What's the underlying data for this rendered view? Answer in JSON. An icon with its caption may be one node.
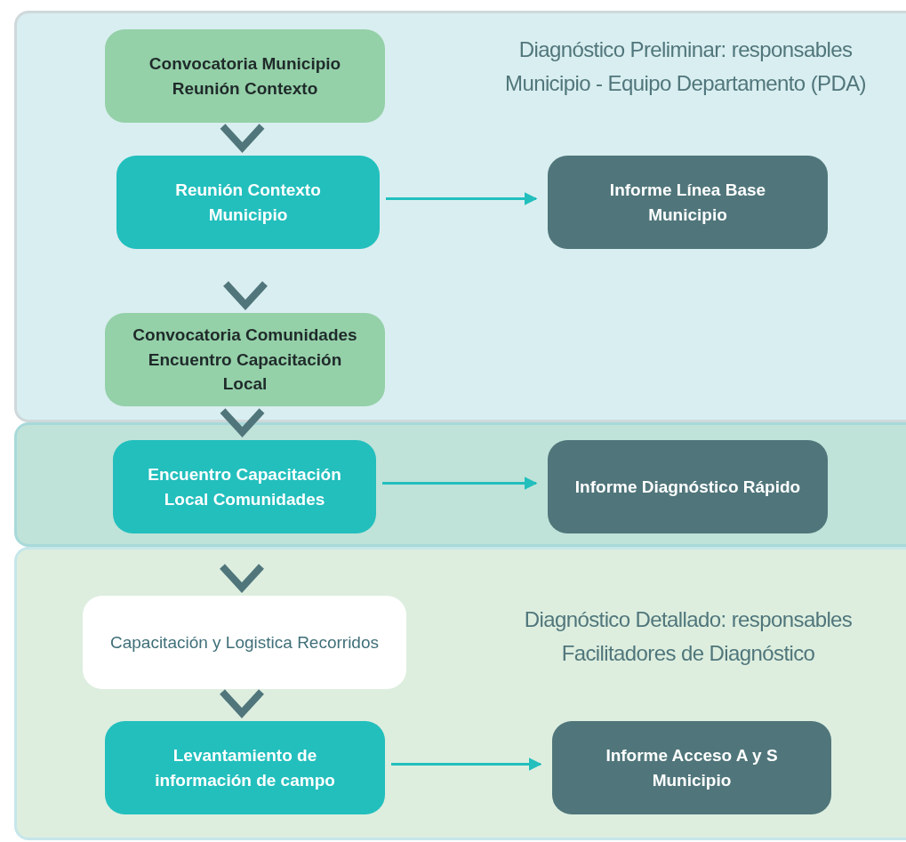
{
  "diagram": {
    "nodes": [
      {
        "text": [
          "Diagnóstico Preliminar: responsables Municipio - Equipo Departamento (PDA)"
        ]
      },
      {
        "text": [
          "Convocatoria Municipio Reunión Contexto"
        ],
        "in": 0
      },
      {
        "text": [
          "Reunión Contexto Municipio"
        ],
        "in": 0
      },
      {
        "text": [
          "Informe Línea Base Municipio"
        ],
        "in": 0
      },
      {
        "text": [
          "Convocatoria Comunidades Encuentro Capacitación Local"
        ],
        "in": 0
      },
      {
        "text": [],
        "shape": "band"
      },
      {
        "text": [
          "Encuentro Capacitación Local Comunidades"
        ],
        "in": 5
      },
      {
        "text": [
          "Informe Diagnóstico Rápido"
        ],
        "in": 5
      },
      {
        "text": [
          "Diagnóstico Detallado: responsables Facilitadores de Diagnóstico"
        ]
      },
      {
        "text": [
          "Capacitación y Logistica Recorridos"
        ],
        "in": 8
      },
      {
        "text": [
          "Levantamiento de información de campo"
        ],
        "in": 8
      },
      {
        "text": [
          "Informe Acceso A y S Municipio"
        ],
        "in": 8
      }
    ],
    "edges": [
      {
        "from": 1,
        "to": 2,
        "arrow": "to"
      },
      {
        "from": 2,
        "to": 3,
        "arrow": "to"
      },
      {
        "from": 2,
        "to": 4,
        "arrow": "to"
      },
      {
        "from": 4,
        "to": 6,
        "arrow": "to"
      },
      {
        "from": 6,
        "to": 7,
        "arrow": "to"
      },
      {
        "from": 6,
        "to": 9,
        "arrow": "to"
      },
      {
        "from": 9,
        "to": 10,
        "arrow": "to"
      },
      {
        "from": 10,
        "to": 11,
        "arrow": "to"
      }
    ]
  }
}
